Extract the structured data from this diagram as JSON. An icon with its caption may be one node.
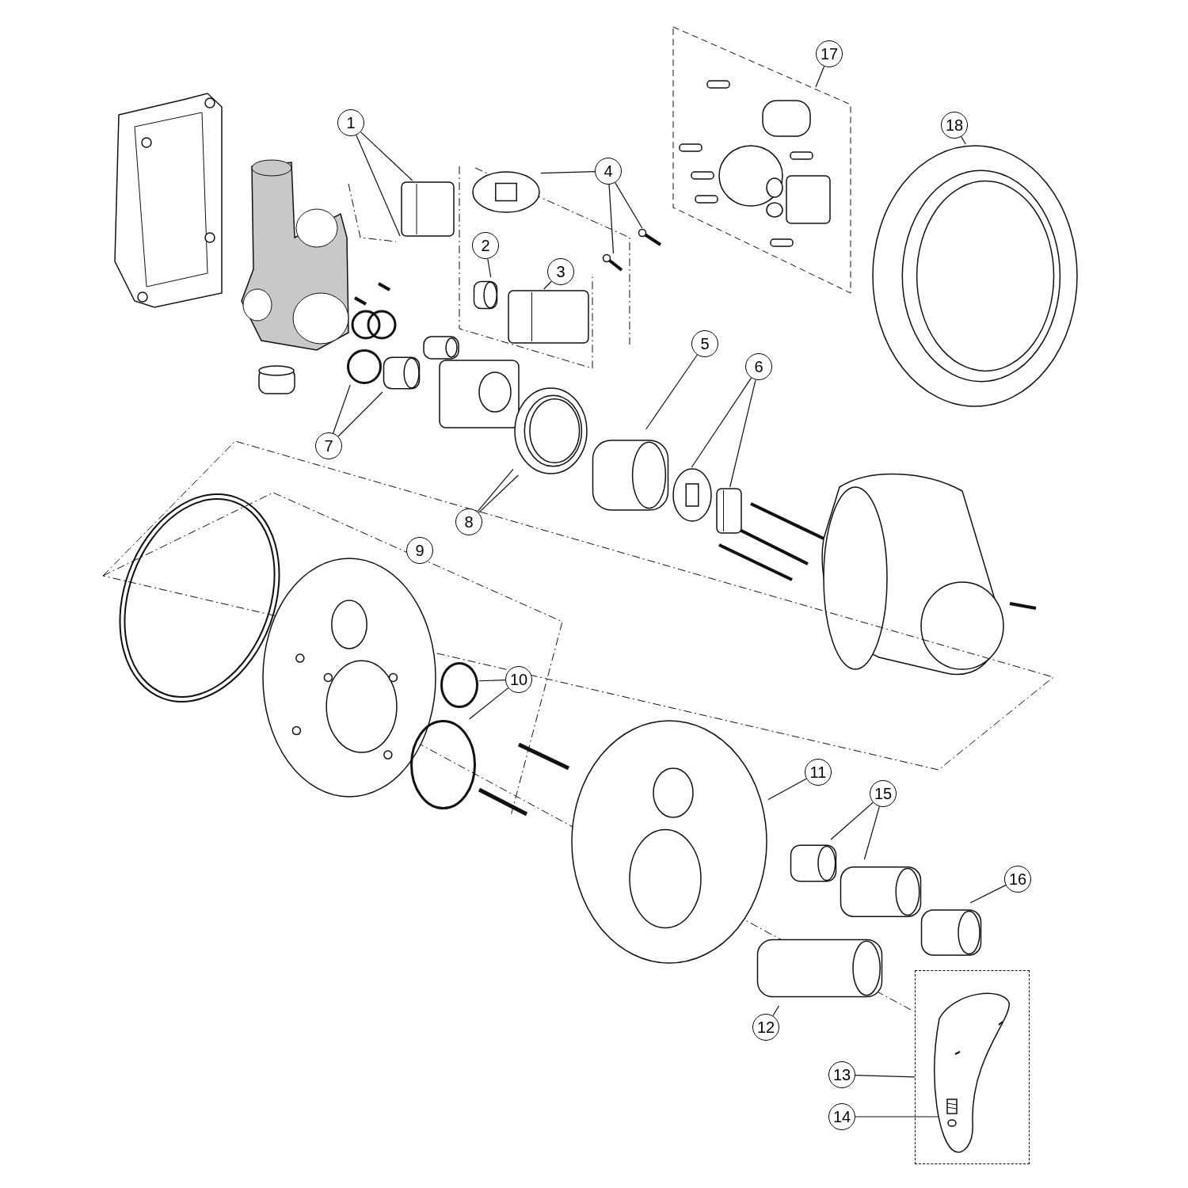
{
  "diagram": {
    "nodes": [
      {
        "text": [
          "1"
        ]
      },
      {
        "text": [
          "2"
        ]
      },
      {
        "text": [
          "3"
        ]
      },
      {
        "text": [
          "4"
        ]
      },
      {
        "text": [
          "5"
        ]
      },
      {
        "text": [
          "6"
        ]
      },
      {
        "text": [
          "7"
        ]
      },
      {
        "text": [
          "8"
        ]
      },
      {
        "text": [
          "9"
        ]
      },
      {
        "text": [
          "10"
        ]
      },
      {
        "text": [
          "11"
        ]
      },
      {
        "text": [
          "12"
        ]
      },
      {
        "text": [
          "13"
        ]
      },
      {
        "text": [
          "14"
        ]
      },
      {
        "text": [
          "15"
        ]
      },
      {
        "text": [
          "16"
        ]
      },
      {
        "text": [
          "17"
        ]
      },
      {
        "text": [
          "18"
        ]
      },
      {
        "text": [],
        "shape": "picture"
      },
      {
        "text": [],
        "shape": "picture"
      },
      {
        "text": [],
        "shape": "picture"
      },
      {
        "text": [],
        "shape": "picture"
      },
      {
        "text": [],
        "shape": "picture"
      },
      {
        "text": [],
        "shape": "picture"
      },
      {
        "text": [],
        "shape": "picture"
      },
      {
        "text": [],
        "shape": "picture"
      },
      {
        "text": [],
        "shape": "picture"
      },
      {
        "text": [],
        "shape": "circle"
      },
      {
        "text": [],
        "shape": "picture"
      },
      {
        "text": [],
        "shape": "picture"
      },
      {
        "text": [],
        "shape": "picture"
      },
      {
        "text": [],
        "shape": "circle"
      },
      {
        "text": [],
        "shape": "circle"
      },
      {
        "text": [],
        "shape": "picture"
      },
      {
        "text": [],
        "shape": "picture"
      },
      {
        "text": [],
        "shape": "box"
      },
      {
        "text": [],
        "shape": "picture",
        "in": 35
      },
      {
        "text": [],
        "shape": "picture"
      },
      {
        "text": [],
        "shape": "picture"
      },
      {
        "text": [],
        "shape": "picture"
      },
      {
        "text": [],
        "shape": "box"
      },
      {
        "text": [],
        "shape": "picture"
      }
    ],
    "edges": [
      {
        "from": 0,
        "to": 18,
        "arrow": "none"
      },
      {
        "from": 0,
        "to": 18,
        "arrow": "none"
      },
      {
        "from": 1,
        "to": 19,
        "arrow": "none"
      },
      {
        "from": 2,
        "to": 20,
        "arrow": "none"
      },
      {
        "from": 3,
        "to": 21,
        "arrow": "none"
      },
      {
        "from": 3,
        "to": 22,
        "arrow": "none"
      },
      {
        "from": 3,
        "to": 23,
        "arrow": "none"
      },
      {
        "from": 4,
        "to": 24,
        "arrow": "none"
      },
      {
        "from": 5,
        "to": 25,
        "arrow": "none"
      },
      {
        "from": 5,
        "to": 26,
        "arrow": "none"
      },
      {
        "from": 6,
        "to": 27,
        "arrow": "none"
      },
      {
        "from": 6,
        "to": 28,
        "arrow": "none"
      },
      {
        "from": 7,
        "to": 29,
        "arrow": "none"
      },
      {
        "from": 7,
        "to": 29,
        "arrow": "none"
      },
      {
        "from": 8,
        "to": 30,
        "arrow": "none"
      },
      {
        "from": 9,
        "to": 31,
        "arrow": "none"
      },
      {
        "from": 9,
        "to": 32,
        "arrow": "none"
      },
      {
        "from": 10,
        "to": 33,
        "arrow": "none"
      },
      {
        "from": 11,
        "to": 34,
        "arrow": "none"
      },
      {
        "from": 12,
        "to": 35,
        "arrow": "none"
      },
      {
        "from": 13,
        "to": 36,
        "arrow": "none"
      },
      {
        "from": 14,
        "to": 37,
        "arrow": "none"
      },
      {
        "from": 14,
        "to": 38,
        "arrow": "none"
      },
      {
        "from": 15,
        "to": 39,
        "arrow": "none"
      },
      {
        "from": 16,
        "to": 40,
        "arrow": "none"
      },
      {
        "from": 17,
        "to": 41,
        "arrow": "none"
      }
    ]
  }
}
